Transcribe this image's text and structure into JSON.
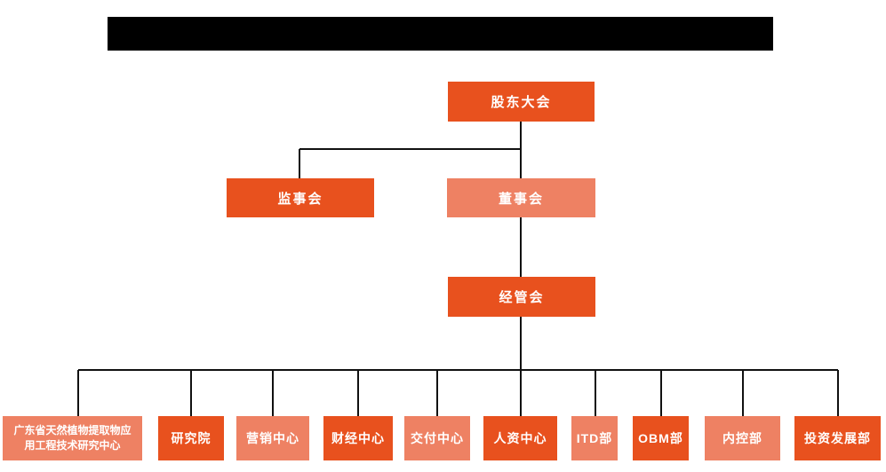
{
  "page": {
    "background": "#ffffff"
  },
  "header": {
    "redacted_title_bar": true,
    "bar_color": "#000000"
  },
  "colors": {
    "primary": "#e8511e",
    "secondary": "#ee8163",
    "line": "#111111",
    "node_text": "#ffffff"
  },
  "org_chart": {
    "level1": {
      "label": "股东大会",
      "variant": "primary"
    },
    "level2": [
      {
        "label": "监事会",
        "variant": "primary"
      },
      {
        "label": "董事会",
        "variant": "secondary"
      }
    ],
    "level3": {
      "label": "经管会",
      "variant": "primary"
    },
    "departments": [
      {
        "label": "广东省天然植物提取物应用工程技术研究中心",
        "variant": "secondary"
      },
      {
        "label": "研究院",
        "variant": "primary"
      },
      {
        "label": "营销中心",
        "variant": "secondary"
      },
      {
        "label": "财经中心",
        "variant": "primary"
      },
      {
        "label": "交付中心",
        "variant": "secondary"
      },
      {
        "label": "人资中心",
        "variant": "primary"
      },
      {
        "label": "ITD部",
        "variant": "secondary"
      },
      {
        "label": "OBM部",
        "variant": "primary"
      },
      {
        "label": "内控部",
        "variant": "secondary"
      },
      {
        "label": "投资发展部",
        "variant": "primary"
      }
    ]
  }
}
